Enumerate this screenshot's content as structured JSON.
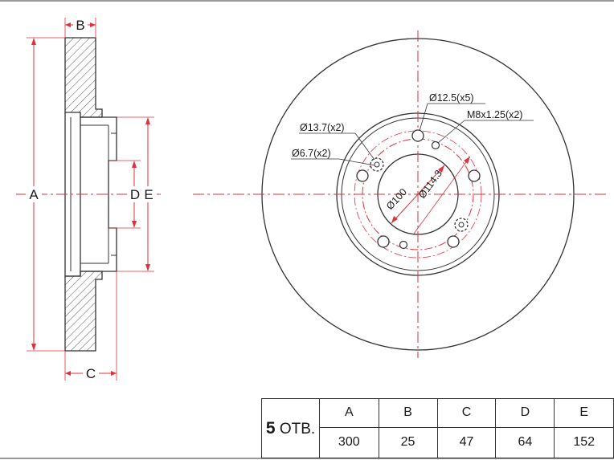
{
  "drawing": {
    "labels": {
      "A": "A",
      "B": "B",
      "C": "C",
      "D": "D",
      "E": "E"
    },
    "callouts": {
      "stud_holes": "Ø12.5(x5)",
      "threaded_holes": "M8x1.25(x2)",
      "large_holes": "Ø13.7(x2)",
      "small_holes": "Ø6.7(x2)",
      "center_bore": "Ø100",
      "pcd": "Ø114.3"
    },
    "colors": {
      "lines": "#333333",
      "centerlines": "#e0303a",
      "hatch": "#555555"
    }
  },
  "spec_table": {
    "holes_value": "5",
    "holes_unit": "ОТВ.",
    "headers": [
      "A",
      "B",
      "C",
      "D",
      "E"
    ],
    "values": [
      "300",
      "25",
      "47",
      "64",
      "152"
    ]
  }
}
